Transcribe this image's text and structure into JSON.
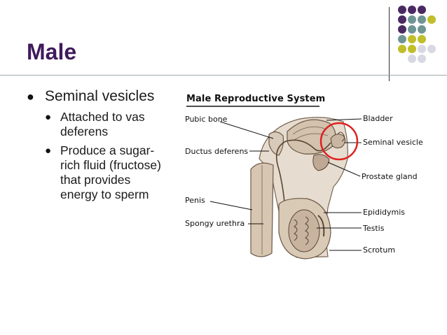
{
  "slide": {
    "title": "Male",
    "bullet": "Seminal vesicles",
    "sub_bullets": [
      "Attached to vas deferens",
      "Produce a sugar-rich fluid (fructose) that provides energy to sperm"
    ]
  },
  "figure": {
    "title": "Male Reproductive System",
    "labels": {
      "pubic_bone": "Pubic bone",
      "ductus_deferens": "Ductus deferens",
      "penis": "Penis",
      "spongy_urethra": "Spongy urethra",
      "bladder": "Bladder",
      "seminal_vesicle": "Seminal vesicle",
      "prostate_gland": "Prostate gland",
      "epididymis": "Epididymis",
      "testis": "Testis",
      "scrotum": "Scrotum"
    }
  },
  "colors": {
    "title": "#3f1a5c",
    "dot_purple": "#4b2a63",
    "dot_teal": "#6f9494",
    "dot_olive": "#c0be2a",
    "dot_light": "#d8d8e4",
    "highlight_circle": "#e02020",
    "tissue": "#cfc0ae",
    "tissue_dark": "#9b8674"
  }
}
